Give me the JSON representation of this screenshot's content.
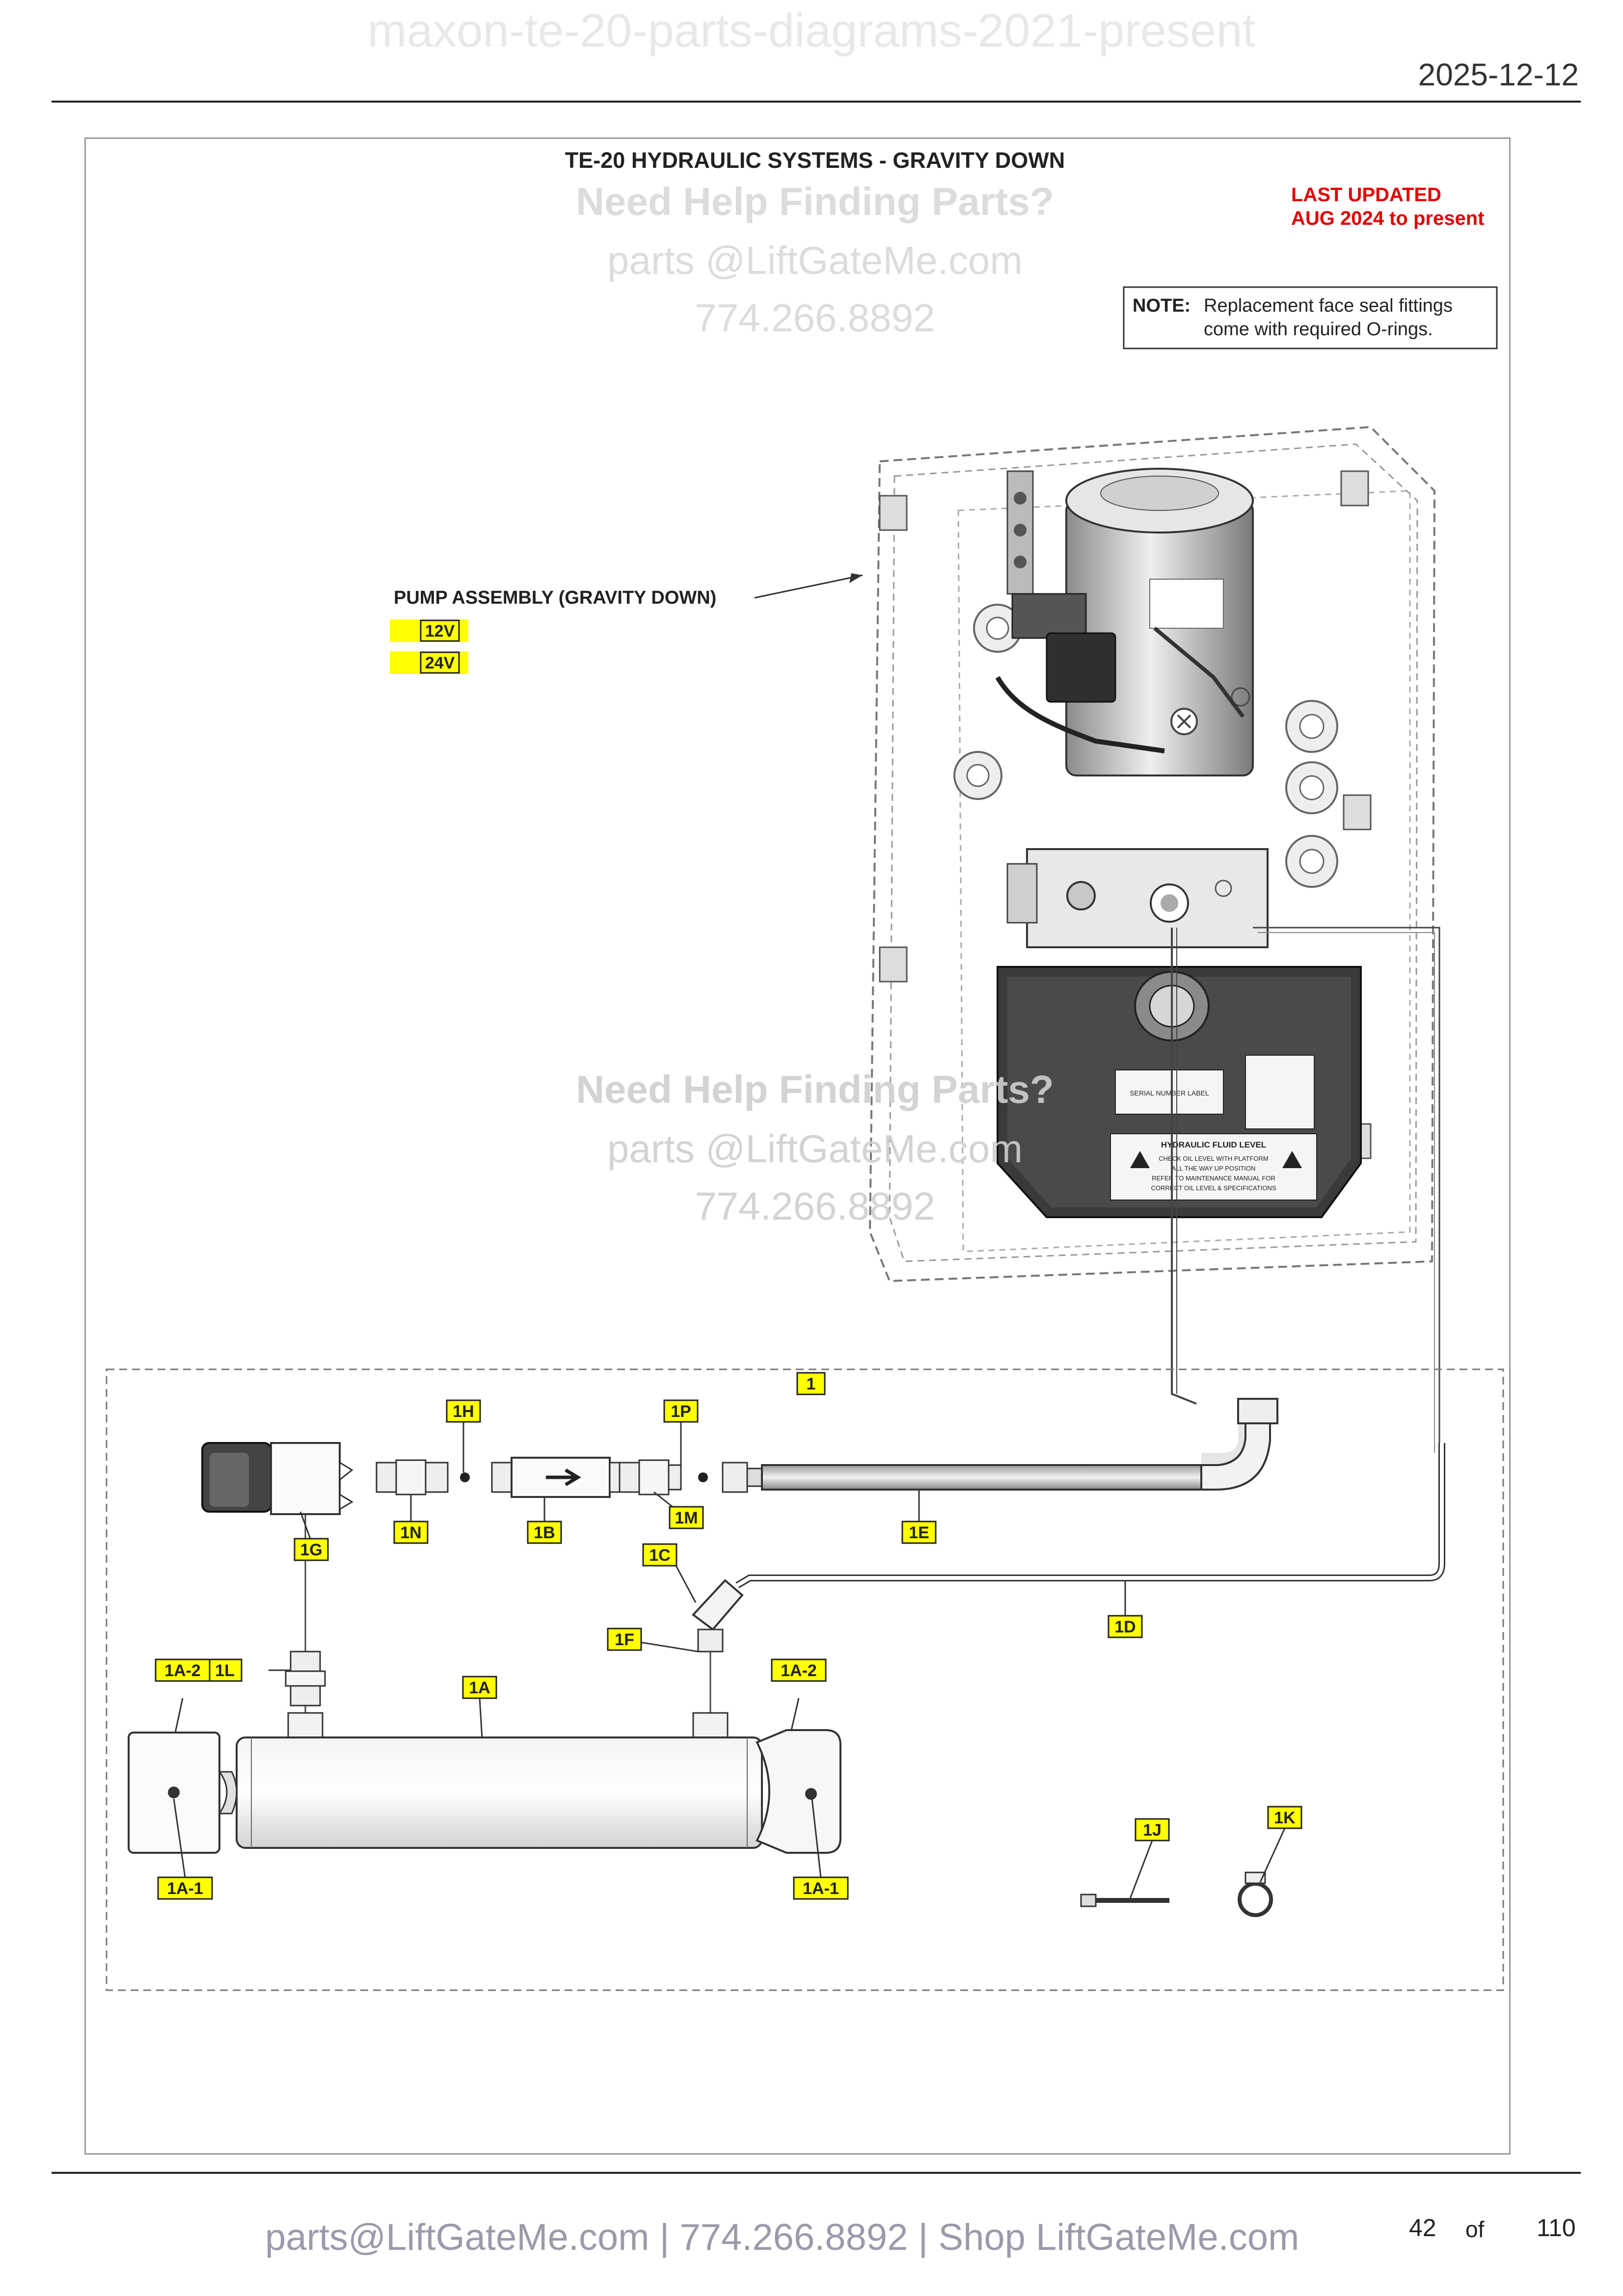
{
  "document": {
    "watermark_title": "maxon-te-20-parts-diagrams-2021-present",
    "date": "2025-12-12"
  },
  "diagram": {
    "title": "TE-20 HYDRAULIC SYSTEMS - GRAVITY DOWN",
    "last_updated_heading": "LAST UPDATED",
    "last_updated_range": "AUG 2024 to present",
    "note_label": "NOTE:",
    "note_line1": "Replacement face seal fittings",
    "note_line2": "come with required O-rings.",
    "pump_assembly_label": "PUMP ASSEMBLY (GRAVITY DOWN)",
    "pump_variants": [
      "12V",
      "24V"
    ],
    "watermark": {
      "line1": "Need Help Finding Parts?",
      "line2": "parts @LiftGateMe.com",
      "line3": "774.266.8892"
    },
    "pump_labels": {
      "serial_label": "SERIAL NUMBER LABEL",
      "fluid_heading": "HYDRAULIC FLUID LEVEL",
      "fluid_line1": "CHECK OIL LEVEL WITH PLATFORM",
      "fluid_line2": "ALL THE WAY UP POSITION",
      "fluid_line3": "REFER TO MAINTENANCE MANUAL FOR",
      "fluid_line4": "CORRECT OIL LEVEL & SPECIFICATIONS"
    },
    "callouts": {
      "kit": "1",
      "valve": "1G",
      "fitting_1n": "1N",
      "fitting_1h": "1H",
      "flow_1b": "1B",
      "fitting_1p": "1P",
      "fitting_1m": "1M",
      "hose_1e": "1E",
      "elbow_1c": "1C",
      "tube_1d": "1D",
      "fitting_1l": "1L",
      "fitting_1f": "1F",
      "cyl_1a": "1A",
      "cap_left": "1A-2",
      "cap_right": "1A-2",
      "bleed_left": "1A-1",
      "bleed_right": "1A-1",
      "tie_1j": "1J",
      "clamp_1k": "1K"
    }
  },
  "footer": {
    "contact": "parts@LiftGateMe.com | 774.266.8892 | Shop LiftGateMe.com",
    "page_current": "42",
    "page_of": "of",
    "page_total": "110"
  },
  "colors": {
    "callout_fill": "#ffff00",
    "last_updated": "#e00000",
    "watermark": "#d9d9d9"
  }
}
